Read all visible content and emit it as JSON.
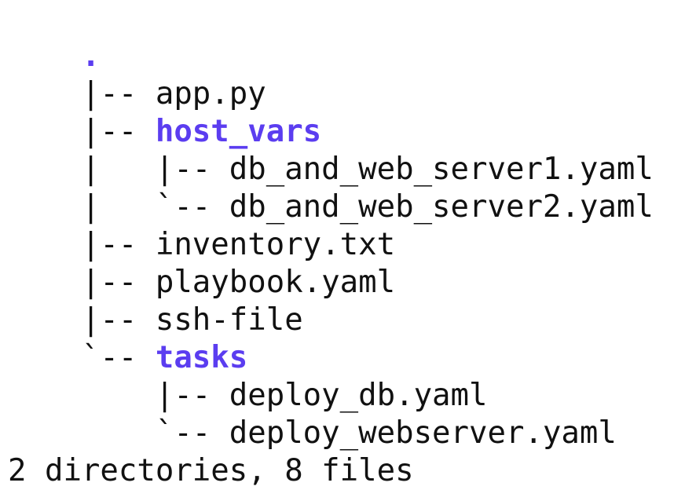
{
  "tree": {
    "root": ".",
    "entries": [
      {
        "prefix": "|-- ",
        "name": "app.py",
        "kind": "file"
      },
      {
        "prefix": "|-- ",
        "name": "host_vars",
        "kind": "dir"
      },
      {
        "prefix": "|   |-- ",
        "name": "db_and_web_server1.yaml",
        "kind": "file"
      },
      {
        "prefix": "|   `-- ",
        "name": "db_and_web_server2.yaml",
        "kind": "file"
      },
      {
        "prefix": "|-- ",
        "name": "inventory.txt",
        "kind": "file"
      },
      {
        "prefix": "|-- ",
        "name": "playbook.yaml",
        "kind": "file"
      },
      {
        "prefix": "|-- ",
        "name": "ssh-file",
        "kind": "file"
      },
      {
        "prefix": "`-- ",
        "name": "tasks",
        "kind": "dir"
      },
      {
        "prefix": "    |-- ",
        "name": "deploy_db.yaml",
        "kind": "file"
      },
      {
        "prefix": "    `-- ",
        "name": "deploy_webserver.yaml",
        "kind": "file"
      }
    ],
    "summary": "2 directories, 8 files"
  },
  "colors": {
    "text": "#111111",
    "directory": "#5b3df0",
    "background": "#ffffff"
  }
}
